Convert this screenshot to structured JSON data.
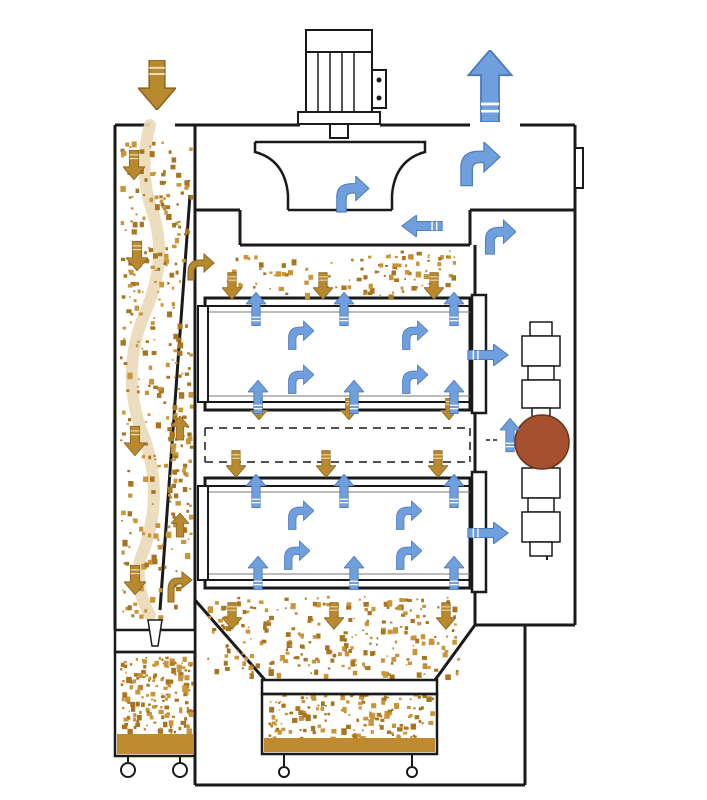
{
  "diagram": {
    "colors": {
      "outline": "#1a1a1a",
      "dust": "#c9953a",
      "dust_dark": "#a8741f",
      "dust_arrow": "#b8892f",
      "air_arrow": "#6f9fdc",
      "air_arrow_edge": "#4a78b8",
      "stream": "#ead9b8",
      "pulse_valve": "#a5502e",
      "hopper_fill": "#c08a2f"
    },
    "icons": {
      "motor": "motor-icon",
      "fan": "fan-icon",
      "pulse_valve": "pulse-valve-icon",
      "caster": "caster-wheel-icon"
    },
    "flows": {
      "dust_inlet": "down",
      "clean_air_exhaust": "up",
      "filter_outflow": "right"
    }
  }
}
